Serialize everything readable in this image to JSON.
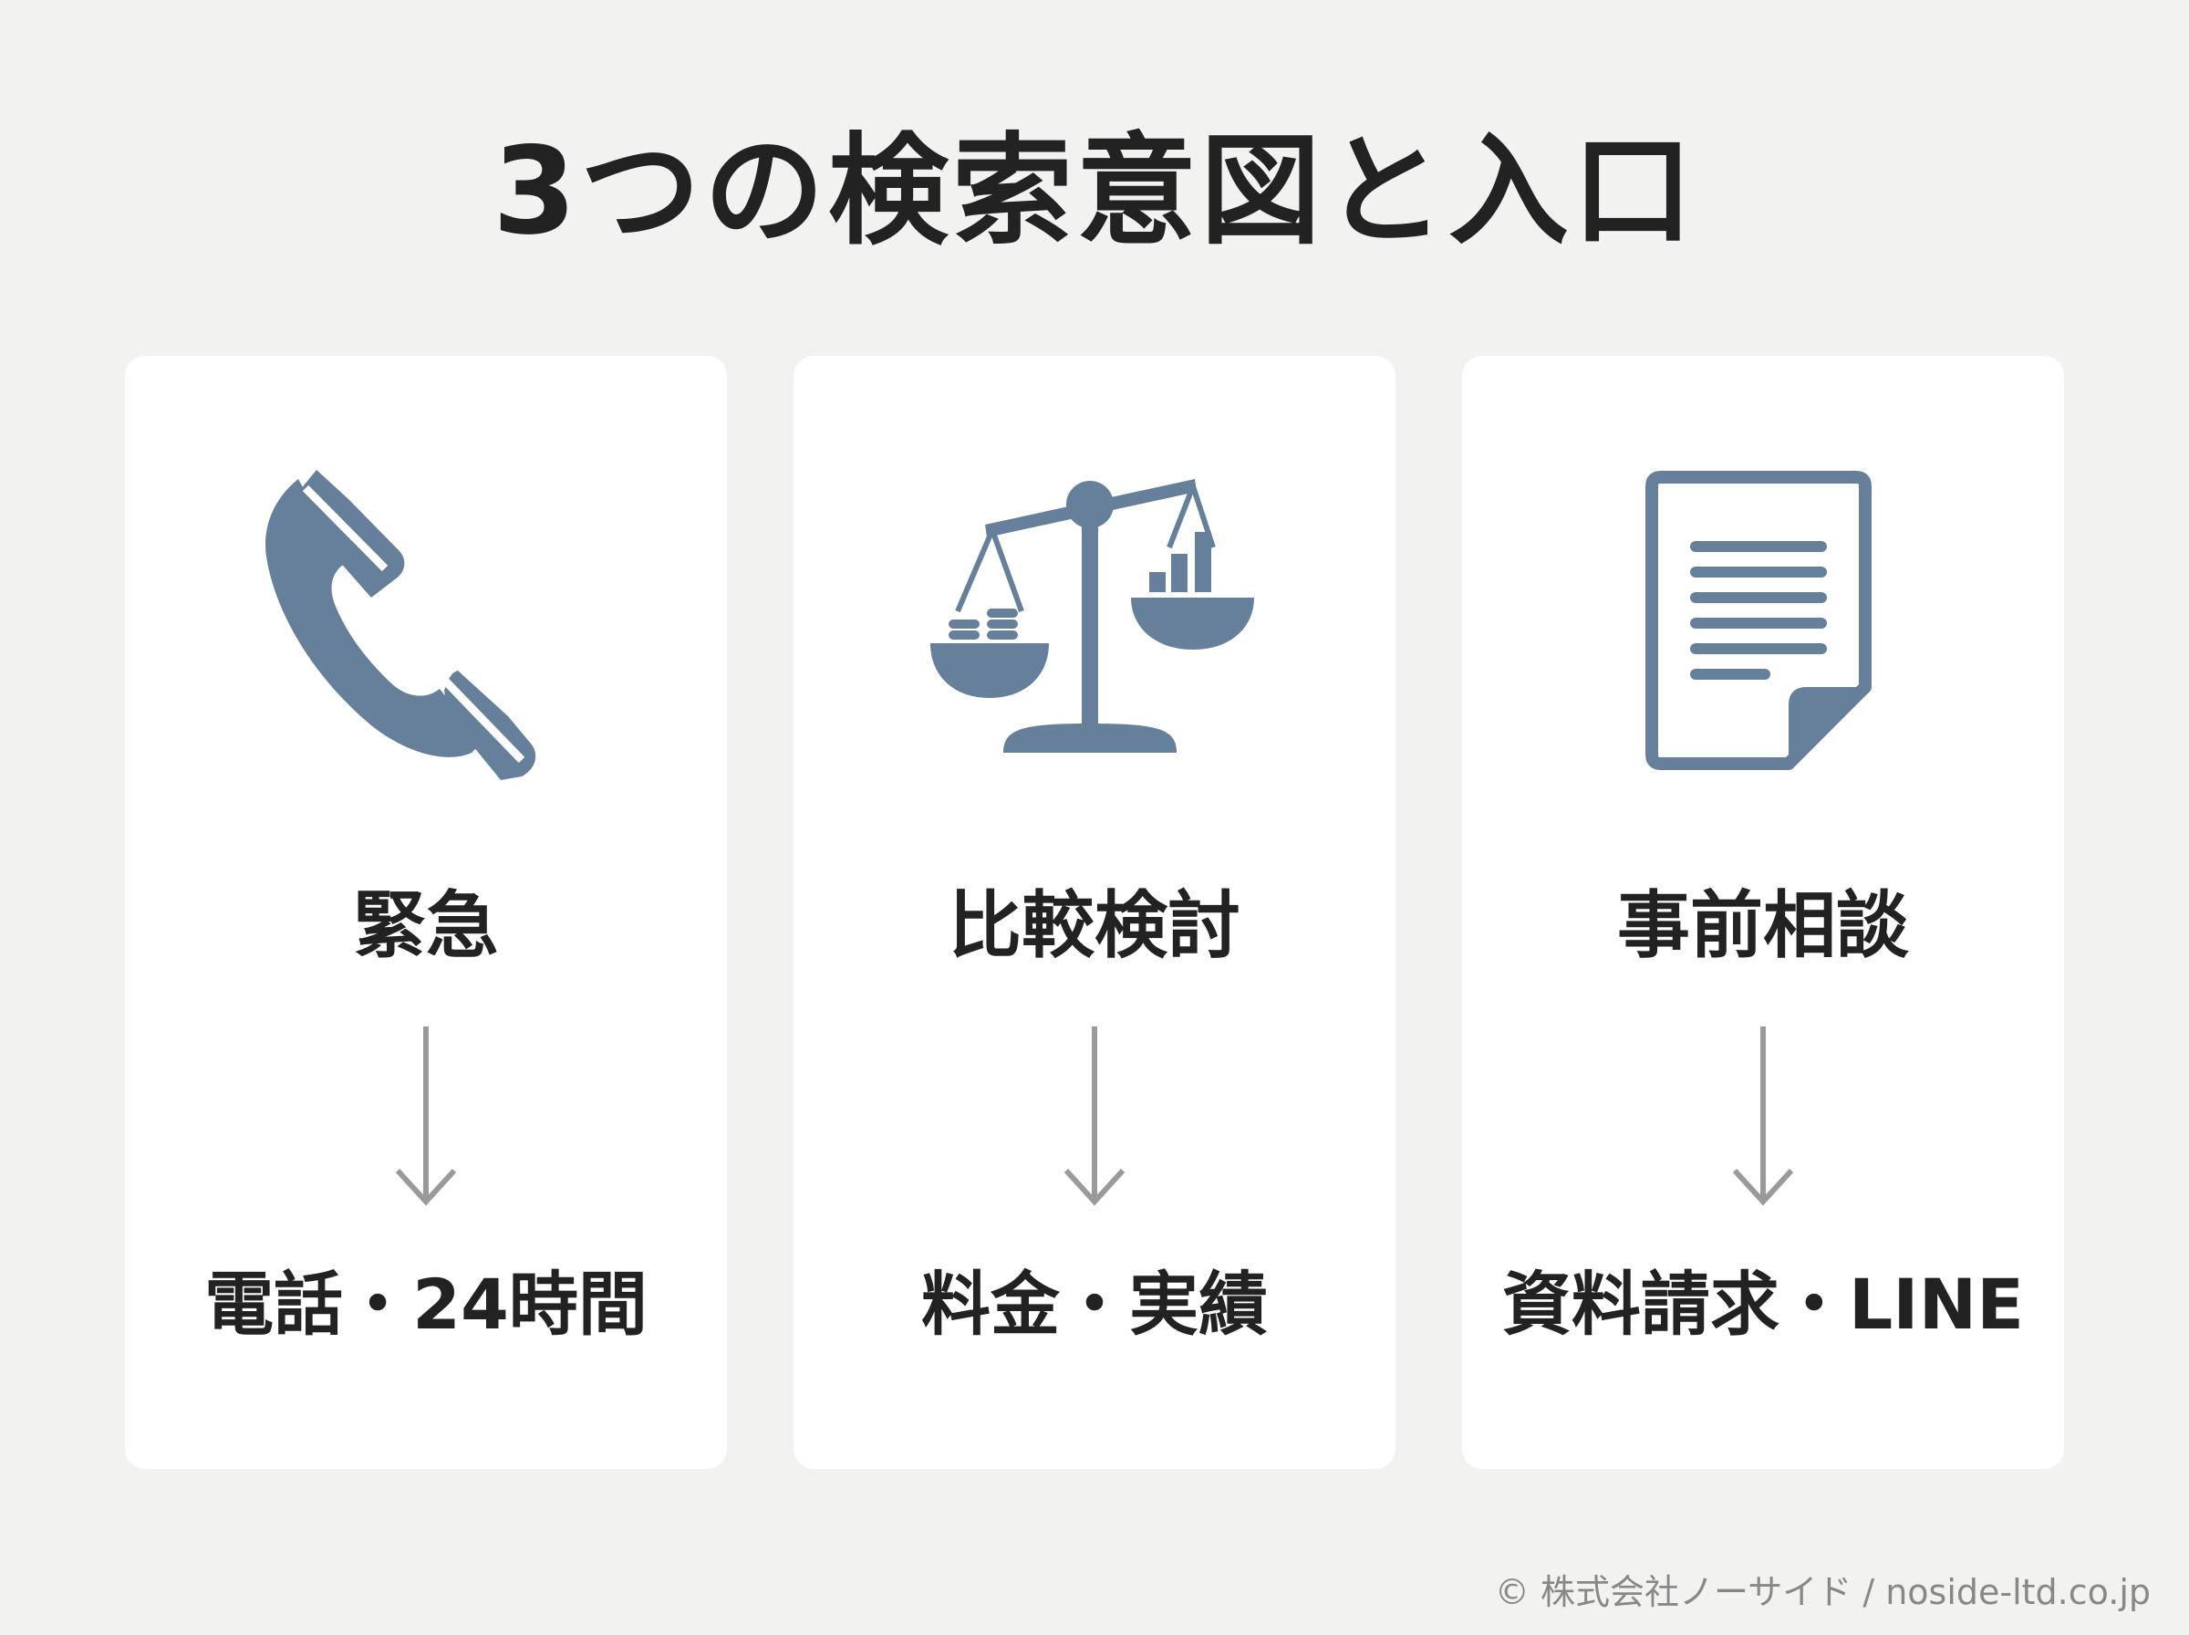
{
  "title": "3つの検索意図と入口",
  "theme": {
    "icon_color": "#667f9b",
    "arrow_color": "#9a9a9a",
    "background": "#f2f2f1",
    "card": "#ffffff"
  },
  "cards": [
    {
      "intent": "緊急",
      "entry": "電話・24時間",
      "icon": "phone-icon"
    },
    {
      "intent": "比較検討",
      "entry": "料金・実績",
      "icon": "balance-scale-icon"
    },
    {
      "intent": "事前相談",
      "entry": "資料請求・LINE",
      "icon": "document-icon"
    }
  ],
  "footer": "© 株式会社ノーサイド / noside-ltd.co.jp"
}
